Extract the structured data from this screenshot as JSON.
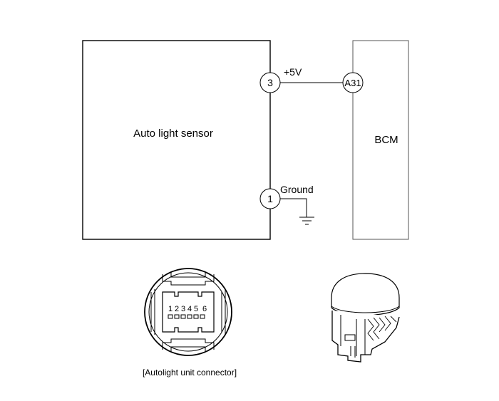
{
  "diagram": {
    "sensor": {
      "label": "Auto light sensor"
    },
    "bcm": {
      "label": "BCM"
    },
    "pins": {
      "pin3": {
        "number": "3",
        "signal": "+5V"
      },
      "pin1": {
        "number": "1",
        "signal": "Ground"
      },
      "bcm_terminal": "A31"
    },
    "connector": {
      "pin_numbers": [
        "1",
        "2",
        "3",
        "4",
        "5",
        "6"
      ],
      "caption": "[Autolight unit connector]"
    }
  }
}
